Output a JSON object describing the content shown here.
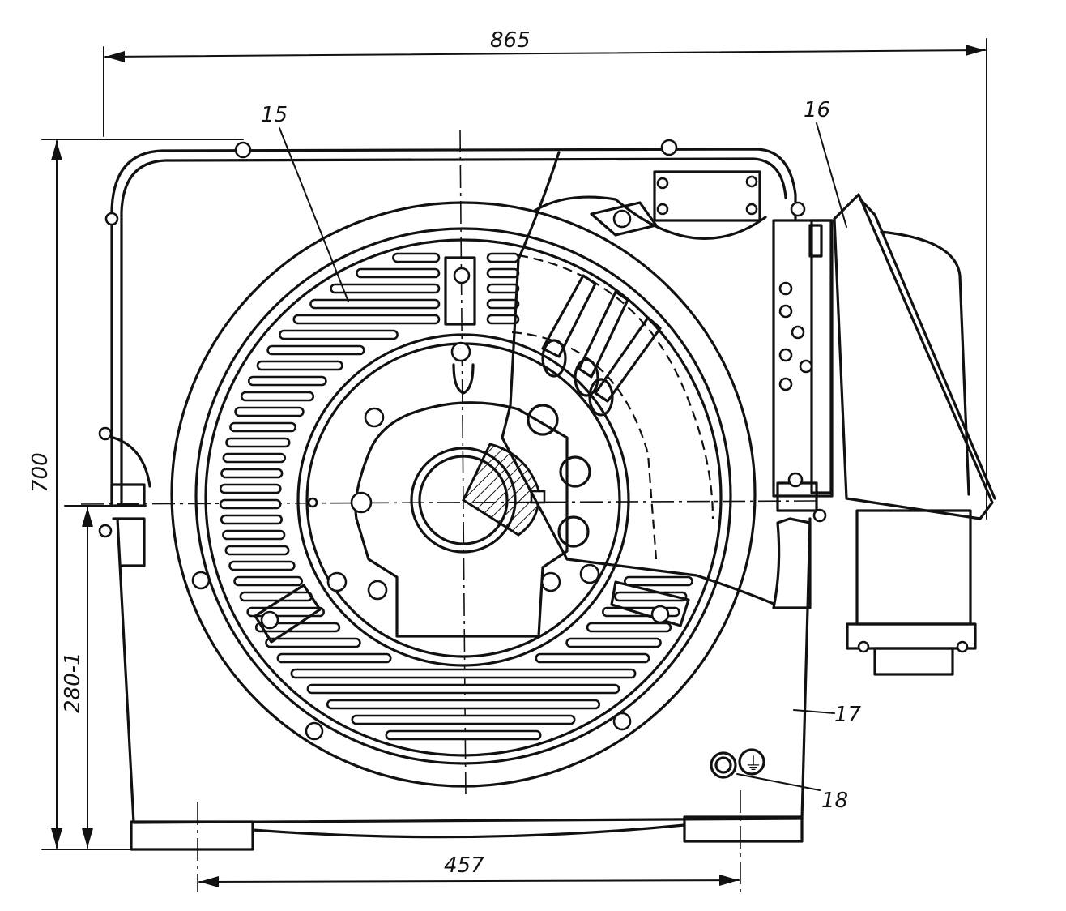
{
  "dimensions": {
    "overall_width": "865",
    "overall_height": "700",
    "shaft_height": "280-1",
    "foot_spacing": "457"
  },
  "callouts": {
    "c15": "15",
    "c16": "16",
    "c17": "17",
    "c18": "18"
  },
  "ground_symbol": "⏚"
}
